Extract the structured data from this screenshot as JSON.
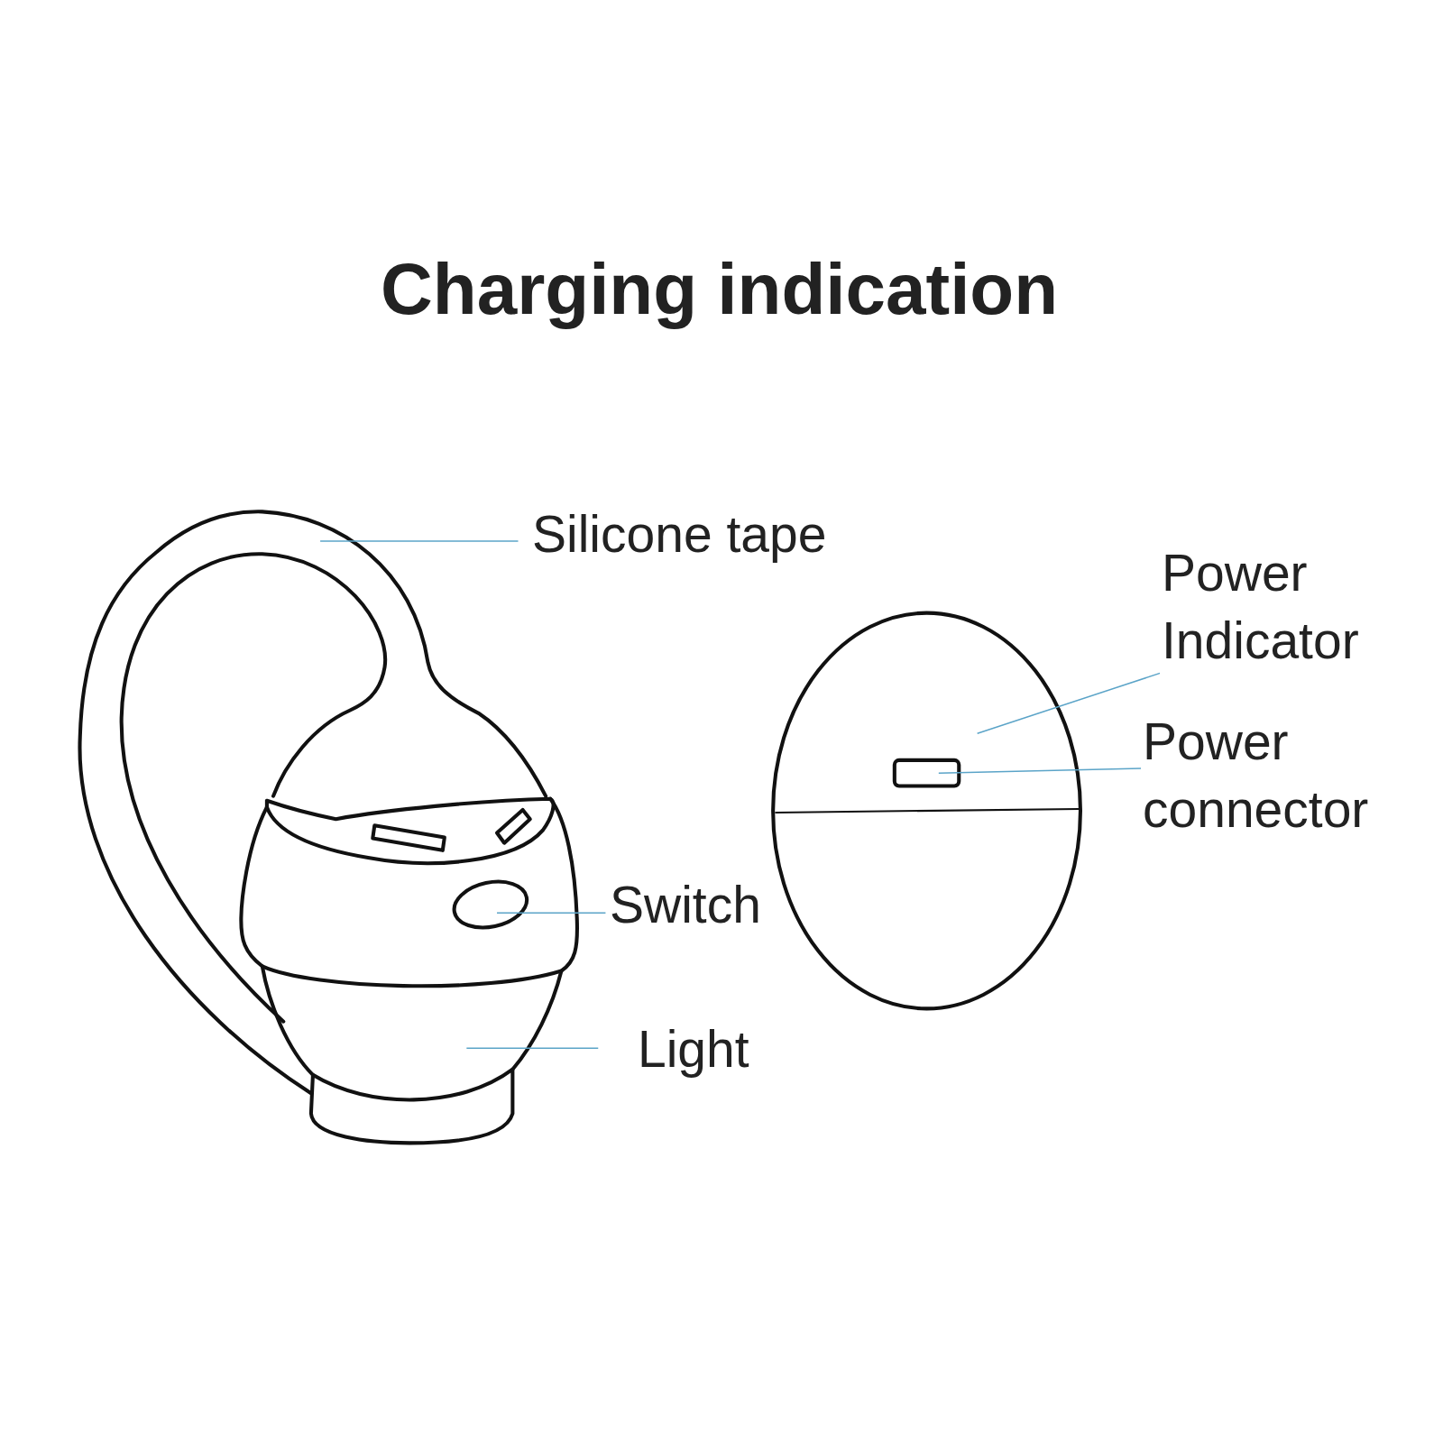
{
  "diagram": {
    "title": "Charging indication",
    "labels": [
      "Silicone tape",
      "Power Indicator",
      "Power connector",
      "Switch",
      "Light"
    ]
  }
}
